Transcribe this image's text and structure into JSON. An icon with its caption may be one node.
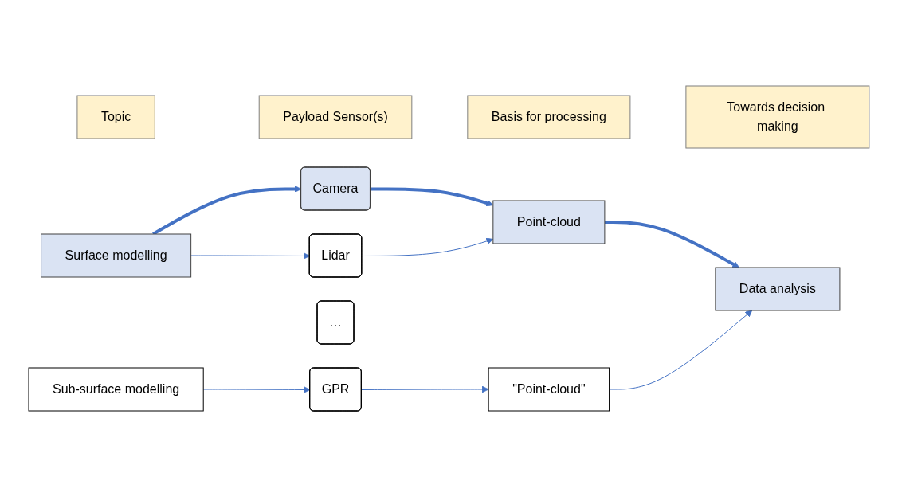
{
  "diagram": {
    "nodes": [
      {
        "text": [
          "Topic"
        ]
      },
      {
        "text": [
          "Payload Sensor(s)"
        ]
      },
      {
        "text": [
          "Basis for processing"
        ]
      },
      {
        "text": [
          "Towards decision making"
        ]
      },
      {
        "text": [
          "Surface modelling"
        ]
      },
      {
        "text": [
          "Camera"
        ]
      },
      {
        "text": [
          "Lidar"
        ]
      },
      {
        "text": [
          "…"
        ]
      },
      {
        "text": [
          "Sub-surface modelling"
        ]
      },
      {
        "text": [
          "GPR"
        ]
      },
      {
        "text": [
          "Point-cloud"
        ]
      },
      {
        "text": [
          "\"Point-cloud\""
        ]
      },
      {
        "text": [
          "Data analysis"
        ]
      }
    ],
    "edges": [
      {
        "from": 4,
        "to": 5,
        "arrow": "to",
        "style": "thick"
      },
      {
        "from": 4,
        "to": 6,
        "arrow": "to"
      },
      {
        "from": 5,
        "to": 10,
        "arrow": "to",
        "style": "thick"
      },
      {
        "from": 6,
        "to": 10,
        "arrow": "to"
      },
      {
        "from": 10,
        "to": 12,
        "arrow": "to",
        "style": "thick"
      },
      {
        "from": 8,
        "to": 9,
        "arrow": "to"
      },
      {
        "from": 9,
        "to": 11,
        "arrow": "to"
      },
      {
        "from": 11,
        "to": 12,
        "arrow": "to"
      }
    ]
  }
}
